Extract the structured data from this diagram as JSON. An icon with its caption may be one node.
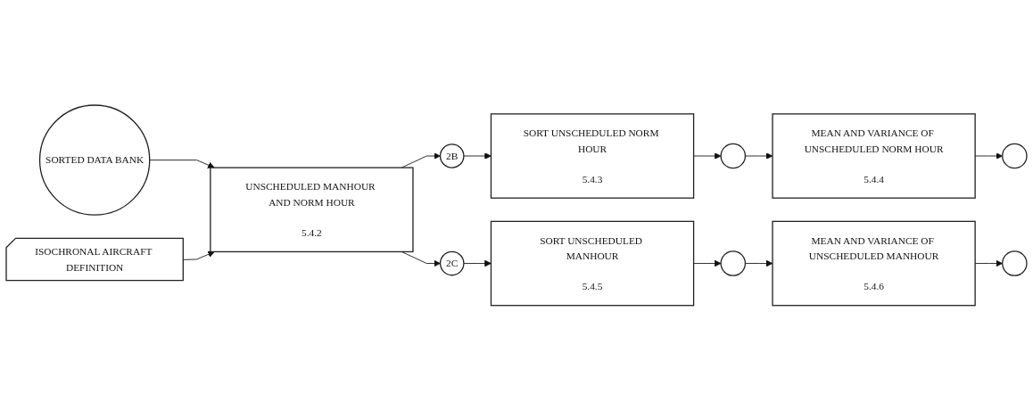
{
  "diagram": {
    "nodes": [
      {
        "text": [
          "SORTED DATA BANK"
        ]
      },
      {
        "text": [
          "ISOCHRONAL AIRCRAFT DEFINITION"
        ]
      },
      {
        "text": [
          "UNSCHEDULED MANHOUR AND NORM HOUR",
          "5.4.2"
        ]
      },
      {
        "text": [
          "2B"
        ]
      },
      {
        "text": [
          "SORT UNSCHEDULED NORM HOUR",
          "5.4.3"
        ]
      },
      {
        "text": [],
        "shape": "circle"
      },
      {
        "text": [
          "MEAN AND VARIANCE OF UNSCHEDULED NORM HOUR",
          "5.4.4"
        ]
      },
      {
        "text": [],
        "shape": "circle"
      },
      {
        "text": [
          "2C"
        ]
      },
      {
        "text": [
          "SORT UNSCHEDULED MANHOUR",
          "5.4.5"
        ]
      },
      {
        "text": [],
        "shape": "circle"
      },
      {
        "text": [
          "MEAN AND VARIANCE OF UNSCHEDULED MANHOUR",
          "5.4.6"
        ]
      },
      {
        "text": [],
        "shape": "circle"
      }
    ],
    "edges": [
      {
        "from": 0,
        "to": 2,
        "arrow": "to"
      },
      {
        "from": 1,
        "to": 2,
        "arrow": "to"
      },
      {
        "from": 2,
        "to": 3,
        "arrow": "to"
      },
      {
        "from": 2,
        "to": 8,
        "arrow": "to"
      },
      {
        "from": 3,
        "to": 4,
        "arrow": "to"
      },
      {
        "from": 4,
        "to": 5,
        "arrow": "to"
      },
      {
        "from": 5,
        "to": 6,
        "arrow": "to"
      },
      {
        "from": 6,
        "to": 7,
        "arrow": "to"
      },
      {
        "from": 8,
        "to": 9,
        "arrow": "to"
      },
      {
        "from": 9,
        "to": 10,
        "arrow": "to"
      },
      {
        "from": 10,
        "to": 11,
        "arrow": "to"
      },
      {
        "from": 11,
        "to": 12,
        "arrow": "to"
      }
    ]
  }
}
